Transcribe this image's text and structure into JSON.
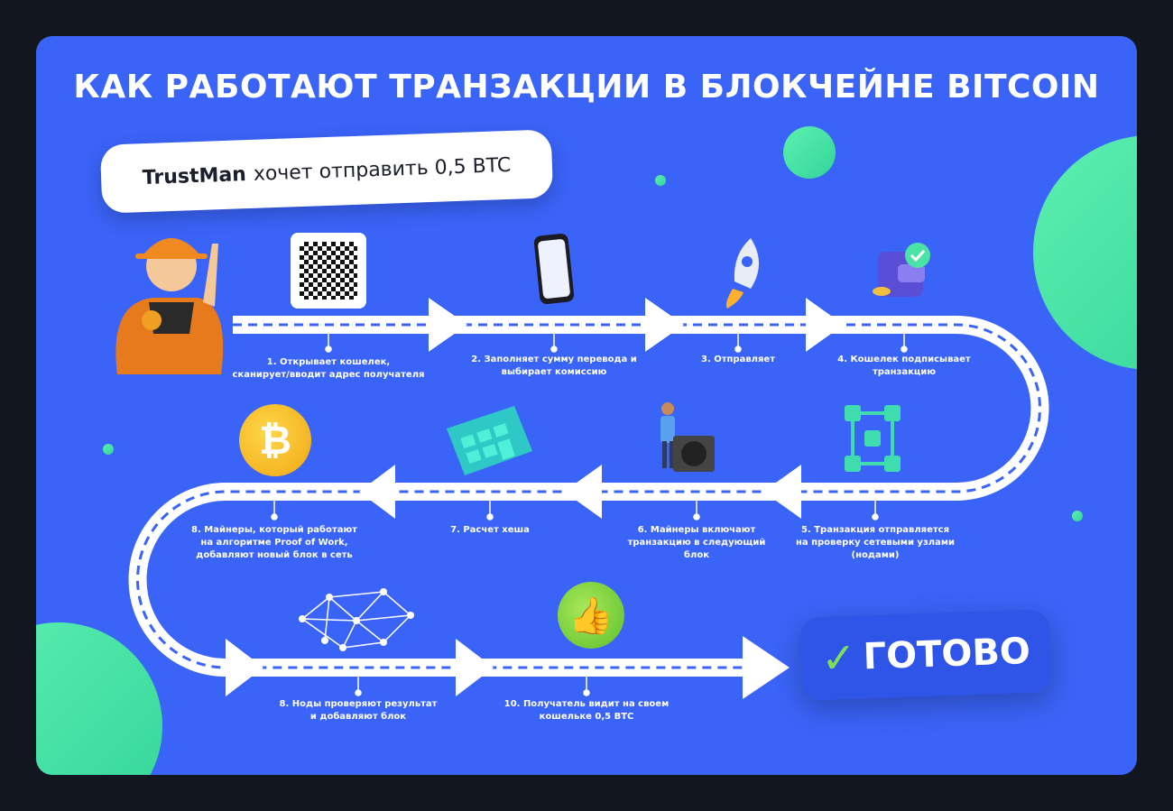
{
  "title": "КАК РАБОТАЮТ ТРАНЗАКЦИИ В БЛОКЧЕЙНЕ BITCOIN",
  "intro": {
    "brand": "TrustMan",
    "text": "хочет отправить 0,5 BTC"
  },
  "steps": [
    {
      "line1": "1. Открывает кошелек,",
      "line2": "сканирует/вводит адрес получателя",
      "line3": ""
    },
    {
      "line1": "2. Заполняет сумму перевода и",
      "line2": "выбирает комиссию",
      "line3": ""
    },
    {
      "line1": "3. Отправляет",
      "line2": "",
      "line3": ""
    },
    {
      "line1": "4. Кошелек подписывает",
      "line2": "транзакцию",
      "line3": ""
    },
    {
      "line1": "5. Транзакция отправляется",
      "line2": "на проверку сетевыми узлами",
      "line3": "(нодами)"
    },
    {
      "line1": "6. Майнеры включают",
      "line2": "транзакцию в следующий",
      "line3": "блок"
    },
    {
      "line1": "7. Расчет хеша",
      "line2": "",
      "line3": ""
    },
    {
      "line1": "8. Майнеры, который работают",
      "line2": "на алгоритме Proof of Work,",
      "line3": "добавляют новый блок в сеть"
    },
    {
      "line1": "8. Ноды проверяют результат",
      "line2": "и добавляют блок",
      "line3": ""
    },
    {
      "line1": "10. Получатель видит на своем",
      "line2": "кошельке 0,5 BTC",
      "line3": ""
    }
  ],
  "done": {
    "check": "✓",
    "label": "ГОТОВО"
  },
  "colors": {
    "background": "#3a63f7",
    "frame": "#12161f",
    "accent": "#4be3a5",
    "road": "#ffffff"
  }
}
